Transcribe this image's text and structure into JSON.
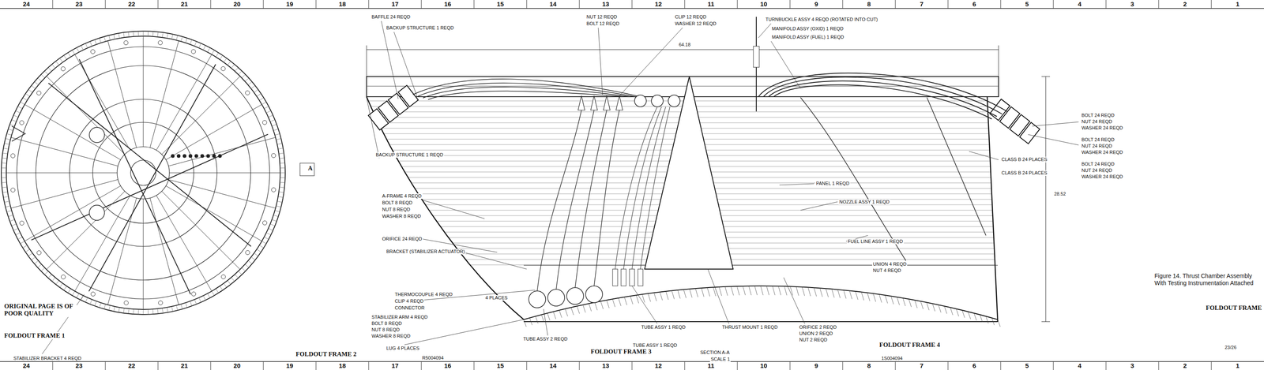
{
  "diagram": {
    "caption": "Figure 14. Thrust Chamber Assembly With Testing Instrumentation Attached",
    "labels": [
      "24",
      "23",
      "22",
      "21",
      "20",
      "19",
      "18",
      "17",
      "16",
      "15",
      "14",
      "13",
      "12",
      "11",
      "10",
      "9",
      "8",
      "7",
      "6",
      "5",
      "4",
      "3",
      "2",
      "1",
      "24",
      "23",
      "22",
      "21",
      "20",
      "19",
      "18",
      "17",
      "16",
      "15",
      "14",
      "13",
      "12",
      "11",
      "10",
      "9",
      "8",
      "7",
      "6",
      "5",
      "4",
      "3",
      "2",
      "1",
      "BAFFLE 24 REQD",
      "BACKUP STRUCTURE 1 REQD",
      "NUT 12 REQD",
      "BOLT 12 REQD",
      "CLIP 12 REQD",
      "WASHER 12 REQD",
      "TURNBUCKLE ASSY 4 REQD (ROTATED INTO CUT)",
      "MANIFOLD ASSY (OXID) 1 REQD",
      "MANIFOLD ASSY (FUEL) 1 REQD",
      "64.18",
      "BACKUP STRUCTURE 1 REQD",
      "A",
      "A-FRAME 4 REQD",
      "BOLT 8 REQD",
      "NUT 8 REQD",
      "WASHER 8 REQD",
      "ORIFICE 24 REQD",
      "BRACKET (STABILIZER ACTUATOR)",
      "THERMOCOUPLE 4 REQD",
      "CLIP 4 REQD",
      "CONNECTOR",
      "STABILIZER ARM 4 REQD",
      "BOLT 8 REQD",
      "NUT 8 REQD",
      "WASHER 8 REQD",
      "LUG 4 PLACES",
      "4 PLACES",
      "STABILIZER BRACKET 4 REQD",
      "BOLT 24 REQD",
      "NUT 24 REQD",
      "WASHER 24 REQD",
      "BOLT 24 REQD",
      "NUT 24 REQD",
      "WASHER 24 REQD",
      "BOLT 24 REQD",
      "NUT 24 REQD",
      "WASHER 24 REQD",
      "CLASS B 24 PLACES",
      "CLASS B 24 PLACES",
      "28.52",
      "PANEL 1 REQD",
      "NOZZLE ASSY 1 REQD",
      "FUEL LINE ASSY 1 REQD",
      "UNION 4 REQD",
      "NUT 4 REQD",
      "TUBE ASSY 2 REQD",
      "TUBE ASSY 1 REQD",
      "TUBE ASSY 1 REQD",
      "THRUST MOUNT 1 REQD",
      "ORIFICE 2 REQD",
      "UNION 2 REQD",
      "NUT 2 REQD",
      "SECTION A-A",
      "SCALE 1",
      "ORIGINAL PAGE IS OF POOR QUALITY",
      "FOLDOUT FRAME 1",
      "FOLDOUT FRAME 2",
      "FOLDOUT FRAME 3",
      "FOLDOUT FRAME 4",
      "FOLDOUT FRAME",
      "23/26",
      "R5004094",
      "1S004094"
    ]
  }
}
